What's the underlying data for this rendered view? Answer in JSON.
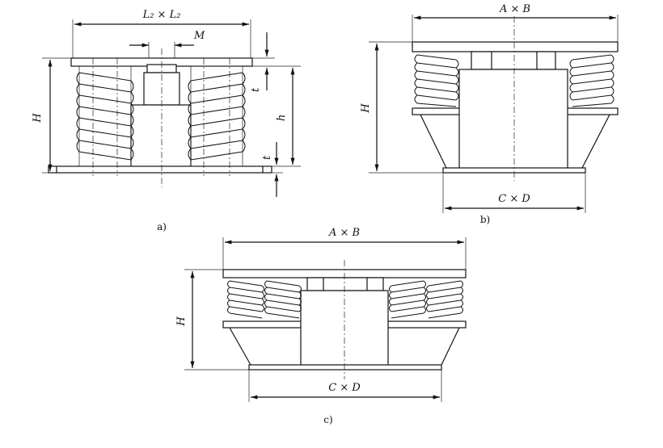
{
  "figure_a": {
    "caption": "a)",
    "dim_top": "L₂ × L₂",
    "dim_bolt": "M",
    "dim_height": "H",
    "dim_inner": "h",
    "dim_t_upper": "t",
    "dim_t_lower": "t"
  },
  "figure_b": {
    "caption": "b)",
    "dim_top": "A × B",
    "dim_height": "H",
    "dim_bottom": "C × D"
  },
  "figure_c": {
    "caption": "c)",
    "dim_top": "A × B",
    "dim_height": "H",
    "dim_bottom": "C × D"
  }
}
